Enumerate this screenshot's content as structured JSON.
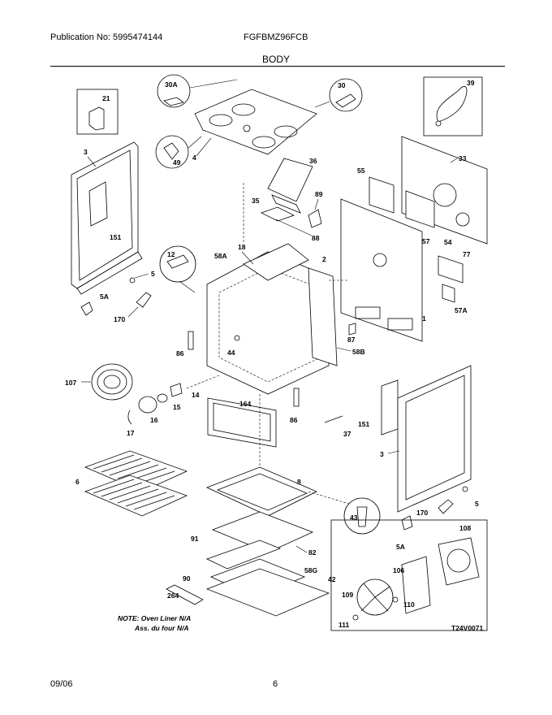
{
  "header": {
    "publication": "Publication No: 5995474144",
    "model": "FGFBMZ96FCB",
    "section": "BODY"
  },
  "footer": {
    "date": "09/06",
    "page": "6"
  },
  "note": {
    "line1": "NOTE: Oven Liner N/A",
    "line2": "Ass. du four N/A"
  },
  "diagram_code": "T24V0071",
  "callouts": {
    "c21": "21",
    "c3a": "3",
    "c151a": "151",
    "c5a": "5",
    "c5Aa": "5A",
    "c170a": "170",
    "c30A": "30A",
    "c4": "4",
    "c49": "49",
    "c30": "30",
    "c39": "39",
    "c36": "36",
    "c35": "35",
    "c89": "89",
    "c88": "88",
    "c55": "55",
    "c33": "33",
    "c12": "12",
    "c18": "18",
    "c58A": "58A",
    "c2": "2",
    "c57": "57",
    "c54": "54",
    "c77": "77",
    "c57A": "57A",
    "c1": "1",
    "c87": "87",
    "c58B": "58B",
    "c86a": "86",
    "c44": "44",
    "c107": "107",
    "c14": "14",
    "c15": "15",
    "c16": "16",
    "c17": "17",
    "c164": "164",
    "c86b": "86",
    "c37": "37",
    "c151b": "151",
    "c3b": "3",
    "c6": "6",
    "c8": "8",
    "c43": "43",
    "c5b": "5",
    "c170b": "170",
    "c5Ab": "5A",
    "c108": "108",
    "c91": "91",
    "c82": "82",
    "c58G": "58G",
    "c90": "90",
    "c42": "42",
    "c264": "264",
    "c106": "106",
    "c109": "109",
    "c110": "110",
    "c111": "111"
  }
}
